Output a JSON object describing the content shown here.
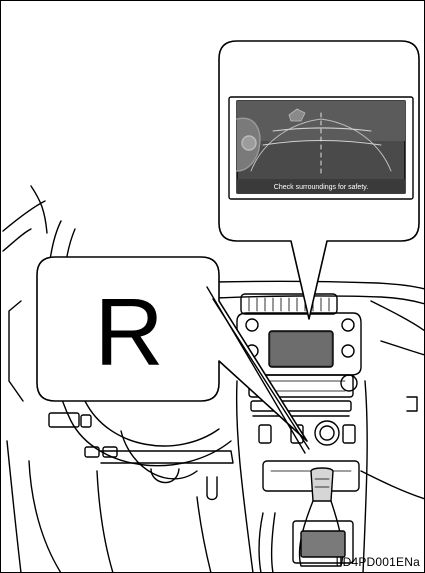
{
  "callout_gear": {
    "letter": "R"
  },
  "camera_screen": {
    "caption": "Check surroundings for safety."
  },
  "figure": {
    "code": "IID4PD001ENa"
  },
  "colors": {
    "line": "#000000",
    "screen_dark": "#3b3b3b",
    "screen_mid": "#6a6a6a"
  }
}
